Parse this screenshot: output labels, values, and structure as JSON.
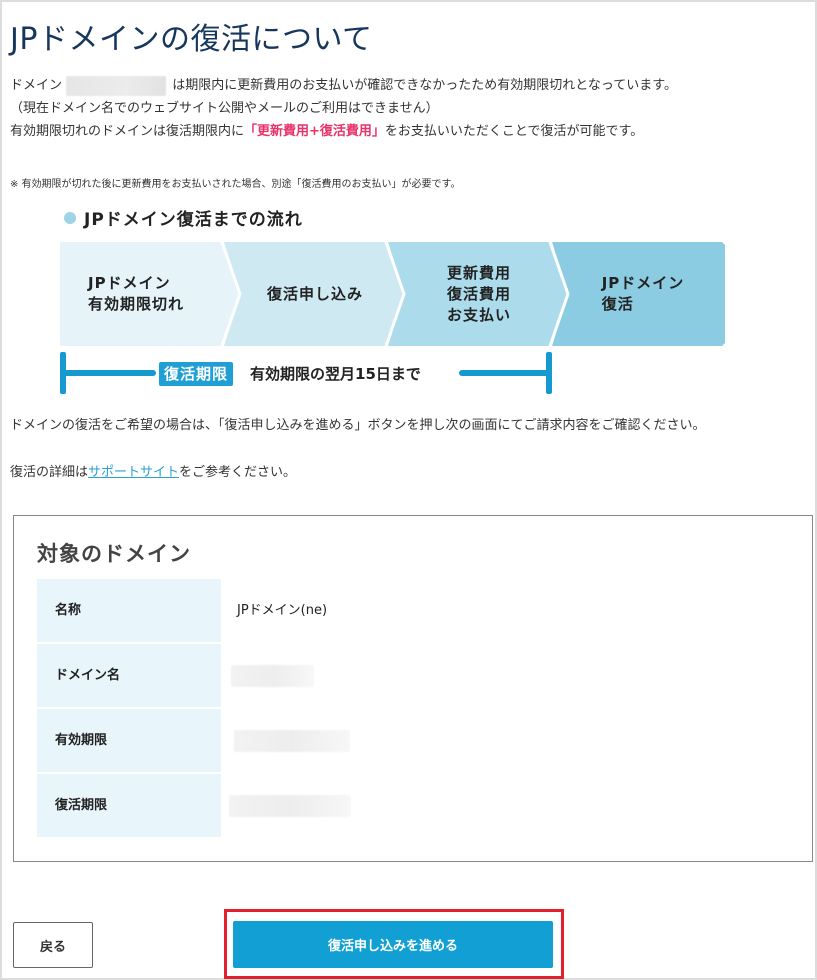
{
  "header": {
    "title": "JPドメインの復活について"
  },
  "intro": {
    "line1_prefix": "ドメイン",
    "line1_suffix": "は期限内に更新費用のお支払いが確認できなかったため有効期限切れとなっています。",
    "line2": "（現在ドメイン名でのウェブサイト公開やメールのご利用はできません）",
    "line3_prefix": "有効期限切れのドメインは復活期限内に",
    "line3_highlight": "「更新費用+復活費用」",
    "line3_suffix": "をお支払いいただくことで復活が可能です。",
    "note": "※ 有効期限が切れた後に更新費用をお支払いされた場合、別途「復活費用のお支払い」が必要です。"
  },
  "flow": {
    "title": "JPドメイン復活までの流れ",
    "steps": [
      {
        "lines": [
          "JPドメイン",
          "有効期限切れ"
        ],
        "color": "#e6f4fa"
      },
      {
        "lines": [
          "復活申し込み"
        ],
        "color": "#cfe9f2"
      },
      {
        "lines": [
          "更新費用",
          "復活費用",
          "お支払い"
        ],
        "color": "#acdcec"
      },
      {
        "lines": [
          "JPドメイン",
          "復活"
        ],
        "color": "#8ccce2"
      }
    ],
    "deadline_badge": "復活期限",
    "deadline_text": "有効期限の翌月15日まで"
  },
  "instructions": {
    "proceed_text": "ドメインの復活をご希望の場合は、「復活申し込みを進める」ボタンを押し次の画面にてご請求内容をご確認ください。",
    "support_prefix": "復活の詳細は",
    "support_link": "サポートサイト",
    "support_suffix": "をご参考ください。"
  },
  "domain_info": {
    "title": "対象のドメイン",
    "rows": [
      {
        "label": "名称",
        "value": "JPドメイン(ne)"
      },
      {
        "label": "ドメイン名",
        "value": ""
      },
      {
        "label": "有効期限",
        "value": ""
      },
      {
        "label": "復活期限",
        "value": ""
      }
    ]
  },
  "actions": {
    "back_label": "戻る",
    "proceed_label": "復活申し込みを進める"
  },
  "colors": {
    "title": "#16365c",
    "highlight": "#e8336a",
    "accent_blue": "#12a0d4",
    "link": "#2aa0d4",
    "table_header_bg": "#e8f5fb",
    "focus_frame": "#e3202b"
  }
}
